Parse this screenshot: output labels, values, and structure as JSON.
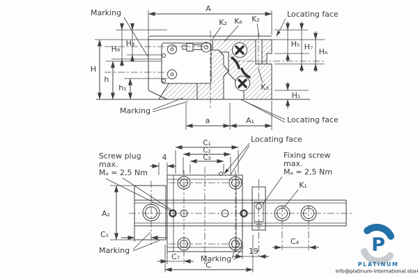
{
  "colors": {
    "line": "#3d3d3d",
    "text": "#3a3a3a",
    "logo_blue": "#2470a8",
    "logo_gray": "#c9ccd0"
  },
  "section_view": {
    "marking_top_label": "Marking",
    "marking_bottom_label": "Marking",
    "locating_face_top_label": "Locating face",
    "locating_face_bottom_label": "Locating face",
    "dim_A": "A",
    "dim_K2_left": "K₂",
    "dim_K6": "K₆",
    "dim_K2_right": "K₂",
    "dim_H8": "H₈",
    "dim_H3": "H₃",
    "dim_H": "H",
    "dim_h": "h",
    "dim_h1": "h₁",
    "dim_H5": "H₅",
    "dim_H7": "H₇",
    "dim_H6": "H₆",
    "dim_K3": "K₃",
    "dim_H1": "H₁",
    "dim_a": "a",
    "dim_A1": "A₁"
  },
  "plan_view": {
    "screw_plug_note_line1": "Screw plug",
    "screw_plug_note_line2": "max.",
    "screw_plug_note_line3": "Mₐ = 2,5 Nm",
    "fixing_screw_note_line1": "Fixing screw",
    "fixing_screw_note_line2": "max.",
    "fixing_screw_note_line3": "Mₐ = 2,5 Nm",
    "locating_face_label": "Locating face",
    "marking_left_label": "Marking",
    "marking_bottom_label": "Marking",
    "dim_4": "4",
    "dim_C1": "C₁",
    "dim_C2": "C₂",
    "dim_C3": "C₃",
    "dim_K1": "K₁",
    "dim_A2": "A₂",
    "dim_C5": "C₅",
    "dim_C7": "C₇",
    "dim_C": "C",
    "dim_19": "19",
    "dim_C4": "C₄"
  },
  "watermark": {
    "brand": "PLATINUM",
    "email": "info@platinum-international.store"
  }
}
